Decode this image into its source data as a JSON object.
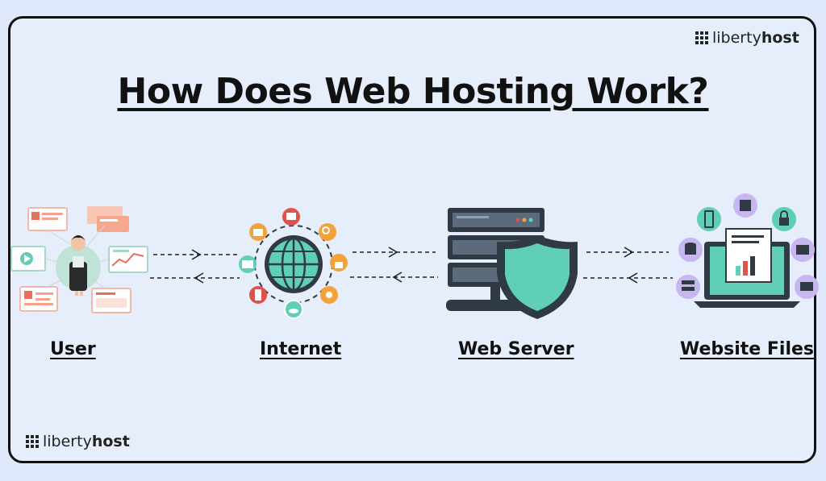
{
  "title": "How Does Web Hosting Work?",
  "brand": {
    "name_light": "liberty",
    "name_bold": "host"
  },
  "nodes": [
    {
      "label": "User"
    },
    {
      "label": "Internet"
    },
    {
      "label": "Web Server"
    },
    {
      "label": "Website Files"
    }
  ],
  "colors": {
    "background": "#e6edfb",
    "teal": "#5fcfb6",
    "dark": "#2f3a44",
    "red": "#e0524a",
    "orange": "#f3a23a"
  }
}
